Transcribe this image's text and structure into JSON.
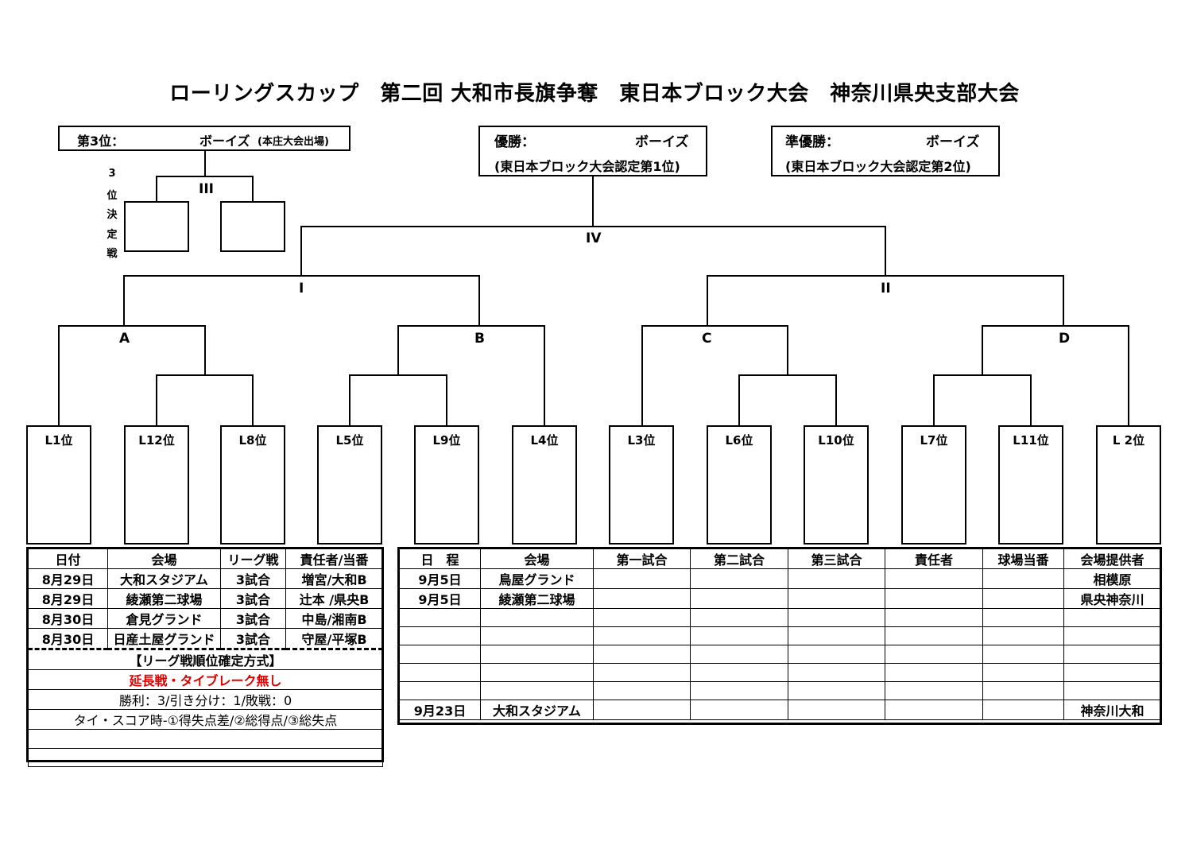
{
  "title": "ローリングスカップ　第二回 大和市長旗争奪　東日本ブロック大会　神奈川県央支部大会",
  "third_place": {
    "label": "第3位：",
    "team": "ボーイズ",
    "note": "(本庄大会出場)"
  },
  "winner": {
    "label": "優勝：",
    "team": "ボーイズ",
    "note": "(東日本ブロック大会認定第1位)"
  },
  "runner_up": {
    "label": "準優勝：",
    "team": "ボーイズ",
    "note": "(東日本ブロック大会認定第2位)"
  },
  "third_place_match": {
    "vertical_label": [
      "3",
      "位",
      "決",
      "定",
      "戦"
    ],
    "roman": "III"
  },
  "rounds": {
    "final": "IV",
    "semi_left": "I",
    "semi_right": "II",
    "qf": [
      "A",
      "B",
      "C",
      "D"
    ]
  },
  "slots": [
    "L1位",
    "L12位",
    "L8位",
    "L5位",
    "L9位",
    "L4位",
    "L3位",
    "L6位",
    "L10位",
    "L7位",
    "L11位",
    "L 2位"
  ],
  "league_table": {
    "headers": [
      "日付",
      "会場",
      "リーグ戦",
      "責任者/当番"
    ],
    "rows": [
      [
        "8月29日",
        "大和スタジアム",
        "3試合",
        "増宮/大和B"
      ],
      [
        "8月29日",
        "綾瀬第二球場",
        "3試合",
        "辻本 /県央B"
      ],
      [
        "8月30日",
        "倉見グランド",
        "3試合",
        "中島/湘南B"
      ],
      [
        "8月30日",
        "日産土屋グランド",
        "3試合",
        "守屋/平塚B"
      ]
    ],
    "rules_title": "【リーグ戦順位確定方式】",
    "rules_red": "延長戦・タイブレーク無し",
    "rules_points": "勝利：3/引き分け：1/敗戦：0",
    "rules_tie": "タイ・スコア時-①得失点差/②総得点/③総失点"
  },
  "schedule_table": {
    "headers": [
      "日　程",
      "会場",
      "第一試合",
      "第二試合",
      "第三試合",
      "責任者",
      "球場当番",
      "会場提供者"
    ],
    "rows": [
      [
        "9月5日",
        "鳥屋グランド",
        "",
        "",
        "",
        "",
        "",
        "相模原"
      ],
      [
        "9月5日",
        "綾瀬第二球場",
        "",
        "",
        "",
        "",
        "",
        "県央神奈川"
      ],
      [
        "",
        "",
        "",
        "",
        "",
        "",
        "",
        ""
      ],
      [
        "",
        "",
        "",
        "",
        "",
        "",
        "",
        ""
      ],
      [
        "",
        "",
        "",
        "",
        "",
        "",
        "",
        ""
      ],
      [
        "",
        "",
        "",
        "",
        "",
        "",
        "",
        ""
      ],
      [
        "",
        "",
        "",
        "",
        "",
        "",
        "",
        ""
      ],
      [
        "9月23日",
        "大和スタジアム",
        "",
        "",
        "",
        "",
        "",
        "神奈川大和"
      ]
    ]
  }
}
